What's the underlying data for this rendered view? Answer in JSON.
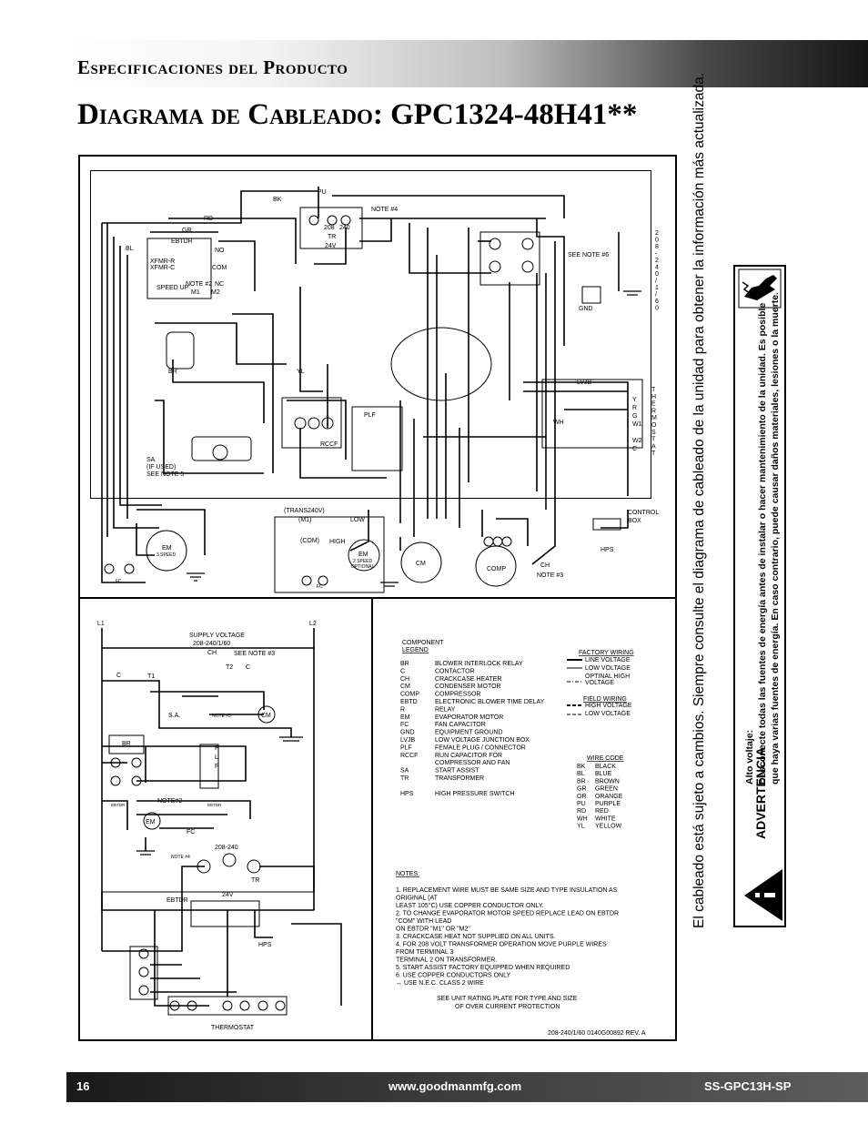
{
  "header": {
    "section_title": "Especificaciones del Producto",
    "diagram_title": "Diagrama de Cableado: GPC1324-48H41**"
  },
  "side_note": "El cableado está sujeto a cambios. Siempre consulte el diagrama de cableado de la unidad para obtener la información más actualizada.",
  "warning": {
    "title": "ADVERTENCIA",
    "label": "Alto voltaje:",
    "line1": "Desconecte todas las fuentes de energía antes de instalar o hacer mantenimiento de la unidad. Es posible",
    "line2": "que haya varias fuentes de energía. En caso contrario, puede causar daños materiales, lesiones o la muerte."
  },
  "footer": {
    "page_number": "16",
    "website": "www.goodmanmfg.com",
    "doc_code": "SS-GPC13H-SP"
  },
  "diagram": {
    "schematic_labels": {
      "ebtdr": "EBTDR",
      "xfmr_r": "XFMR-R",
      "xfmr_c": "XFMR-C",
      "speed_up": "SPEED UP",
      "note2": "NOTE #2",
      "m1": "M1",
      "m2": "M2",
      "no": "NO",
      "nc": "NC",
      "com": "COM",
      "note4": "NOTE #4",
      "tr": "TR",
      "v24": "24V",
      "v208": "208",
      "v240": "240",
      "see_note6": "SEE NOTE #6",
      "gnd": "GND",
      "supply_vert": "208-240/1/60",
      "lvjb": "LVJB",
      "thermostat_vert": "THERMOSTAT",
      "rccf": "RCCF",
      "plf": "PLF",
      "sa_line1": "SA",
      "sa_line2": "(IF USED)",
      "sa_line3": "SEE NOTE 5",
      "em": "EM",
      "speed3": "3 SPEED",
      "fc": "FC",
      "trans240": "(TRANS240V)",
      "low": "LOW",
      "high": "HIGH",
      "com_paren": "(COM)",
      "speed2_line1": "2 SPEED",
      "speed2_line2": "OPTIONAL",
      "cm": "CM",
      "comp": "COMP",
      "control_box_line1": "CONTROL",
      "control_box_line2": "BOX",
      "hps": "HPS",
      "note3": "NOTE #3",
      "ch": "CH",
      "m1_paren": "(M1)"
    },
    "wire_colors": {
      "pu": "PU",
      "bk": "BK",
      "rd": "RD",
      "gr": "GR",
      "bl": "BL",
      "yl": "YL",
      "br": "BR",
      "wh": "WH"
    },
    "terminals": {
      "y": "Y",
      "r": "R",
      "g": "G",
      "w1": "W1",
      "w2": "W2",
      "c": "C"
    },
    "ladder_labels": {
      "l1": "L1",
      "l2": "L2",
      "supply_voltage": "SUPPLY VOLTAGE",
      "supply_value": "208-240/1/60",
      "see_note3": "SEE NOTE #3",
      "ch": "CH",
      "c": "C",
      "t1": "T1",
      "t2": "T2",
      "sa": "S.A.",
      "note5": "NOTE #5",
      "cm": "CM",
      "br": "BR",
      "p": "P",
      "l": "L",
      "f": "F",
      "note2": "NOTE#2",
      "ebtdr": "EBTDR",
      "em": "EM",
      "fc": "FC",
      "v208_240": "208-240",
      "note4": "NOTE #4",
      "tr": "TR",
      "v24": "24V",
      "hps": "HPS",
      "thermostat": "THERMOSTAT"
    },
    "legend": {
      "heading_line1": "COMPONENT",
      "heading_line2": "LEGEND",
      "items": [
        {
          "code": "BR",
          "desc": "BLOWER INTERLOCK RELAY"
        },
        {
          "code": "C",
          "desc": "CONTACTOR"
        },
        {
          "code": "CH",
          "desc": "CRACKCASE HEATER"
        },
        {
          "code": "CM",
          "desc": "CONDENSER MOTOR"
        },
        {
          "code": "COMP",
          "desc": "COMPRESSOR"
        },
        {
          "code": "EBTD",
          "desc": "ELECTRONIC BLOWER TIME DELAY"
        },
        {
          "code": "R",
          "desc": "RELAY"
        },
        {
          "code": "EM",
          "desc": "EVAPORATOR MOTOR"
        },
        {
          "code": "FC",
          "desc": "FAN CAPACITOR"
        },
        {
          "code": "GND",
          "desc": "EQUIPMENT GROUND"
        },
        {
          "code": "LVJB",
          "desc": "LOW VOLTAGE JUNCTION BOX"
        },
        {
          "code": "PLF",
          "desc": "FEMALE PLUG / CONNECTOR"
        },
        {
          "code": "RCCF",
          "desc": "RUN CAPACITOR FOR"
        },
        {
          "code": "",
          "desc": "COMPRESSOR AND FAN"
        },
        {
          "code": "SA",
          "desc": "START ASSIST"
        },
        {
          "code": "TR",
          "desc": "TRANSFORMER"
        },
        {
          "code": "",
          "desc": ""
        },
        {
          "code": "HPS",
          "desc": "HIGH PRESSURE SWITCH"
        }
      ]
    },
    "factory_wiring": {
      "title": "FACTORY WIRING",
      "line": "LINE VOLTAGE",
      "low": "LOW VOLTAGE",
      "optional1": "OPTINAL HIGH",
      "optional2": "VOLTAGE"
    },
    "field_wiring": {
      "title": "FIELD WIRING",
      "high": "HIGH VOLTAGE",
      "low": "LOW VOLTAGE"
    },
    "wire_code": {
      "title": "WIRE CODE",
      "items": [
        {
          "code": "BK",
          "name": "BLACK"
        },
        {
          "code": "BL",
          "name": "BLUE"
        },
        {
          "code": "BR",
          "name": "BROWN"
        },
        {
          "code": "GR",
          "name": "GREEN"
        },
        {
          "code": "OR",
          "name": "ORANGE"
        },
        {
          "code": "PU",
          "name": "PURPLE"
        },
        {
          "code": "RD",
          "name": "RED"
        },
        {
          "code": "WH",
          "name": "WHITE"
        },
        {
          "code": "YL",
          "name": "YELLOW"
        }
      ]
    },
    "notes": {
      "title": "NOTES:",
      "lines": [
        "1.   REPLACEMENT WIRE MUST BE SAME SIZE AND TYPE INSULATION AS",
        "ORIGINAL (AT",
        "      LEAST 105°C) USE COPPER CONDUCTOR ONLY.",
        "2.  TO CHANGE EVAPORATOR MOTOR SPEED REPLACE LEAD ON EBTDR",
        "\"COM\" WITH LEAD",
        "      ON EBTDR \"M1\" OR \"M2\"",
        "3.  CRACKCASE HEAT NOT SUPPLIED ON ALL UNITS.",
        "4.  FOR 208 VOLT TRANSFORMER OPERATION MOVE PURPLE WIRES",
        "FROM TERMINAL 3",
        "      TERMINAL 2 ON TRANSFORMER.",
        "5.  START ASSIST FACTORY EQUIPPED WHEN REQUIRED",
        "6.  USE COPPER CONDUCTORS ONLY",
        "↔  USE N.E.C. CLASS 2 WIRE"
      ]
    },
    "rating_line1": "SEE UNIT RATING PLATE FOR TYPE AND SIZE",
    "rating_line2": "OF OVER CURRENT PROTECTION",
    "revision": "208-240/1/60   0140G00892 REV. A"
  },
  "colors": {
    "bar_dark": "#161616",
    "bar_light": "#ffffff",
    "footer_text": "#ffffff"
  }
}
